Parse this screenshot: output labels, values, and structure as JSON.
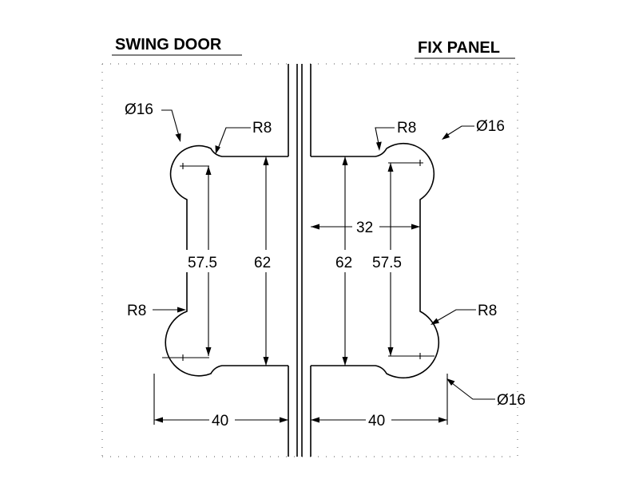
{
  "titles": {
    "left": "SWING DOOR",
    "right": "FIX PANEL"
  },
  "dims": {
    "left_dia": "Ø16",
    "left_r_top": "R8",
    "left_r_side": "R8",
    "left_inner": "57.5",
    "left_outer": "62",
    "left_width": "40",
    "right_dia_top": "Ø16",
    "right_r_top": "R8",
    "right_r_side": "R8",
    "right_dia_bottom": "Ø16",
    "right_outer": "62",
    "right_inner": "57.5",
    "right_span": "32",
    "right_width": "40"
  }
}
